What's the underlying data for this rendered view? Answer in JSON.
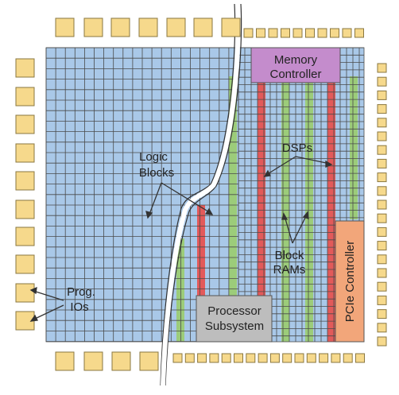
{
  "labels": {
    "memory_line1": "Memory",
    "memory_line2": "Controller",
    "pcie": "PCIe Controller",
    "processor_line1": "Processor",
    "processor_line2": "Subsystem",
    "logic_line1": "Logic",
    "logic_line2": "Blocks",
    "dsps": "DSPs",
    "block_line1": "Block",
    "block_line2": "RAMs",
    "prog_line1": "Prog.",
    "prog_line2": "IOs"
  },
  "colors": {
    "logic_fill": "#a9c8e8",
    "grid_line": "#4a4a4a",
    "io_pad": "#f6d98c",
    "io_pad_border": "#8a7740",
    "dsp_column": "#e25a5a",
    "bram_column": "#9ccc7a",
    "memory_controller": "#c48ccc",
    "pcie_controller": "#f2a67a",
    "processor_subsystem": "#bdbdbd"
  }
}
